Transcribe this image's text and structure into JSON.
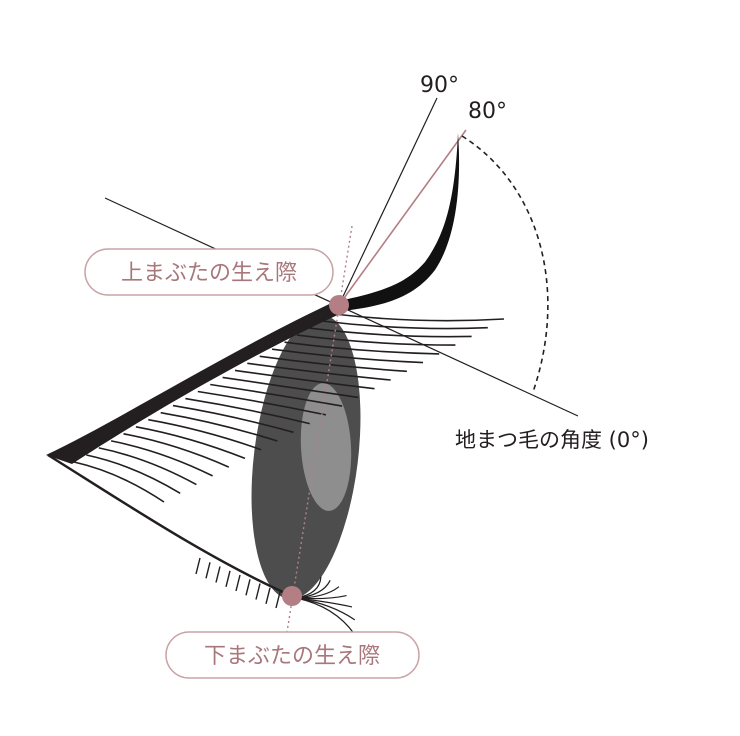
{
  "labels": {
    "upper_lash_line": "上まぶたの生え際",
    "lower_lash_line": "下まぶたの生え際",
    "angle_90": "90°",
    "angle_80": "80°",
    "base_angle": "地まつ毛の角度 (0°)"
  },
  "colors": {
    "accent": "#b37f84",
    "line": "#231f20",
    "eye_dark": "#4a4a4a",
    "highlight": "#8c8c8c",
    "pill_border": "#c9a3a7"
  }
}
